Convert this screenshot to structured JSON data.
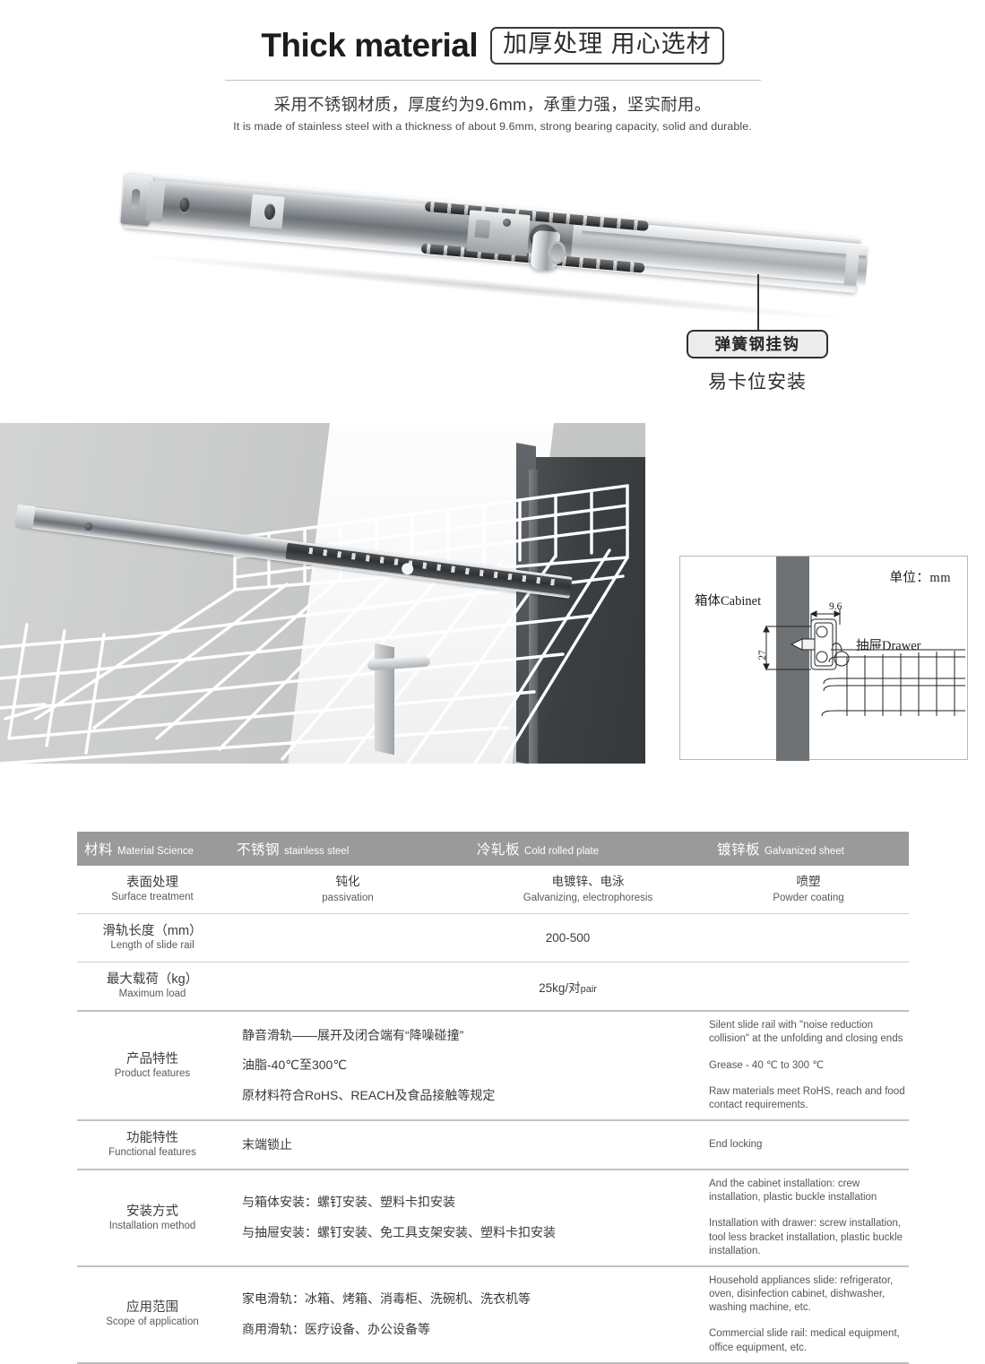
{
  "header": {
    "title_en": "Thick material",
    "title_cn_badge": "加厚处理  用心选材",
    "subtitle_cn": "采用不锈钢材质，厚度约为9.6mm，承重力强，坚实耐用。",
    "subtitle_en": "It is made of stainless steel with a thickness of about 9.6mm, strong bearing capacity, solid and durable."
  },
  "hero": {
    "callout_badge": "弹簧钢挂钩",
    "callout_sub": "易卡位安装"
  },
  "diagram": {
    "unit_label": "单位：mm",
    "cabinet_label": "箱体Cabinet",
    "drawer_label": "抽屉Drawer",
    "dim_thickness": "9.6",
    "dim_height": "27"
  },
  "table": {
    "header": [
      {
        "cn": "材料",
        "en": "Material Science"
      },
      {
        "cn": "不锈钢",
        "en": "stainless steel"
      },
      {
        "cn": "冷轧板",
        "en": "Cold rolled plate"
      },
      {
        "cn": "镀锌板",
        "en": "Galvanized sheet"
      }
    ],
    "surface": {
      "label_cn": "表面处理",
      "label_en": "Surface treatment",
      "c2_cn": "钝化",
      "c2_en": "passivation",
      "c3_cn": "电镀锌、电泳",
      "c3_en": "Galvanizing, electrophoresis",
      "c4_cn": "喷塑",
      "c4_en": "Powder coating"
    },
    "length": {
      "label_cn": "滑轨长度（mm）",
      "label_en": "Length of slide rail",
      "value": "200-500"
    },
    "load": {
      "label_cn": "最大载荷（kg）",
      "label_en": "Maximum load",
      "value": "25kg/对",
      "value_small": "pair"
    },
    "product_features": {
      "label_cn": "产品特性",
      "label_en": "Product features",
      "rows": [
        {
          "cn": "静音滑轨——展开及闭合端有“降噪碰撞”",
          "en": "Silent slide rail with \"noise reduction collision\" at the unfolding and closing ends"
        },
        {
          "cn": "油脂-40℃至300℃",
          "en": "Grease - 40 ℃ to 300 ℃"
        },
        {
          "cn": "原材料符合RoHS、REACH及食品接触等规定",
          "en": "Raw materials meet RoHS, reach and food contact requirements."
        }
      ]
    },
    "functional_features": {
      "label_cn": "功能特性",
      "label_en": "Functional features",
      "rows": [
        {
          "cn": "末端锁止",
          "en": "End locking"
        }
      ]
    },
    "installation_method": {
      "label_cn": "安装方式",
      "label_en": "Installation method",
      "rows": [
        {
          "cn": "与箱体安装：螺钉安装、塑料卡扣安装",
          "en": "And the cabinet installation: crew installation, plastic buckle installation"
        },
        {
          "cn": "与抽屉安装：螺钉安装、免工具支架安装、塑料卡扣安装",
          "en": "Installation with drawer: screw installation, tool less bracket installation, plastic buckle installation."
        }
      ]
    },
    "scope_of_application": {
      "label_cn": "应用范围",
      "label_en": "Scope of application",
      "rows": [
        {
          "cn": "家电滑轨：冰箱、烤箱、消毒柜、洗碗机、洗衣机等",
          "en": "Household appliances slide: refrigerator, oven, disinfection cabinet, dishwasher, washing machine, etc."
        },
        {
          "cn": "商用滑轨：医疗设备、办公设备等",
          "en": "Commercial slide rail: medical equipment, office equipment, etc."
        }
      ]
    }
  },
  "colors": {
    "header_bg": "#9a9a9a",
    "photo_bg": "#c6c7c7",
    "cabinet_dark": "#3c3f42",
    "text": "#3b3b3b"
  }
}
